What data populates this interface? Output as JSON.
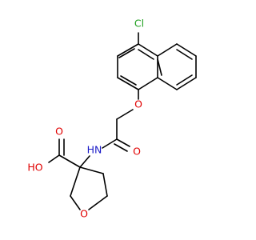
{
  "molecule": {
    "atoms": {
      "chlorine": "Cl",
      "ether_oxygen": "O",
      "amide_nitrogen": "HN",
      "carbonyl_oxygen": "O",
      "hydroxyl": "HO",
      "carboxyl_oxygen": "O",
      "ring_oxygen": "O"
    }
  },
  "colors": {
    "bond": "#000000",
    "chlorine": "#1fa01f",
    "oxygen": "#e00000",
    "nitrogen": "#1c1cc8",
    "background": "#ffffff"
  }
}
